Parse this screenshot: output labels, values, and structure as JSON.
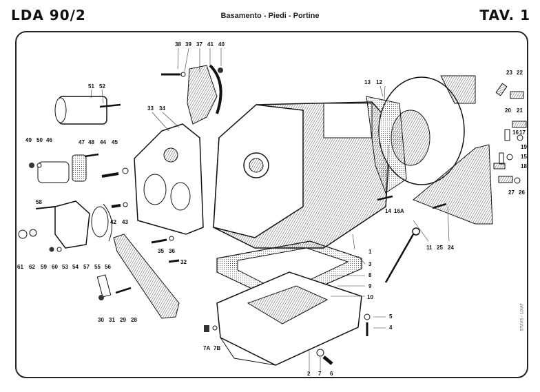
{
  "header": {
    "model": "LDA 90/2",
    "section_title": "Basamento - Piedi - Portine",
    "plate": "TAV. 1"
  },
  "reference_code": "ST/IVS - 1/XAT",
  "colors": {
    "ink": "#111111",
    "paper": "#ffffff",
    "shade": "#8a8a8a"
  },
  "parts": [
    {
      "id": "1",
      "label": "1"
    },
    {
      "id": "2",
      "label": "2"
    },
    {
      "id": "3",
      "label": "3"
    },
    {
      "id": "4",
      "label": "4"
    },
    {
      "id": "5",
      "label": "5"
    },
    {
      "id": "6",
      "label": "6"
    },
    {
      "id": "7",
      "label": "7"
    },
    {
      "id": "7A",
      "label": "7A"
    },
    {
      "id": "7B",
      "label": "7B"
    },
    {
      "id": "8",
      "label": "8"
    },
    {
      "id": "9",
      "label": "9"
    },
    {
      "id": "10",
      "label": "10"
    },
    {
      "id": "11",
      "label": "11"
    },
    {
      "id": "12",
      "label": "12"
    },
    {
      "id": "13",
      "label": "13"
    },
    {
      "id": "14",
      "label": "14"
    },
    {
      "id": "15",
      "label": "15"
    },
    {
      "id": "16",
      "label": "16"
    },
    {
      "id": "16A",
      "label": "16A"
    },
    {
      "id": "17",
      "label": "17"
    },
    {
      "id": "18",
      "label": "18"
    },
    {
      "id": "19",
      "label": "19"
    },
    {
      "id": "20",
      "label": "20"
    },
    {
      "id": "21",
      "label": "21"
    },
    {
      "id": "22",
      "label": "22"
    },
    {
      "id": "23",
      "label": "23"
    },
    {
      "id": "24",
      "label": "24"
    },
    {
      "id": "25",
      "label": "25"
    },
    {
      "id": "26",
      "label": "26"
    },
    {
      "id": "27",
      "label": "27"
    },
    {
      "id": "28",
      "label": "28"
    },
    {
      "id": "29",
      "label": "29"
    },
    {
      "id": "30",
      "label": "30"
    },
    {
      "id": "31",
      "label": "31"
    },
    {
      "id": "32",
      "label": "32"
    },
    {
      "id": "33",
      "label": "33"
    },
    {
      "id": "34",
      "label": "34"
    },
    {
      "id": "35",
      "label": "35"
    },
    {
      "id": "36",
      "label": "36"
    },
    {
      "id": "37",
      "label": "37"
    },
    {
      "id": "38",
      "label": "38"
    },
    {
      "id": "39",
      "label": "39"
    },
    {
      "id": "40",
      "label": "40"
    },
    {
      "id": "41",
      "label": "41"
    },
    {
      "id": "42",
      "label": "42"
    },
    {
      "id": "43",
      "label": "43"
    },
    {
      "id": "44",
      "label": "44"
    },
    {
      "id": "45",
      "label": "45"
    },
    {
      "id": "46",
      "label": "46"
    },
    {
      "id": "47",
      "label": "47"
    },
    {
      "id": "48",
      "label": "48"
    },
    {
      "id": "49",
      "label": "49"
    },
    {
      "id": "50",
      "label": "50"
    },
    {
      "id": "51",
      "label": "51"
    },
    {
      "id": "52",
      "label": "52"
    },
    {
      "id": "53",
      "label": "53"
    },
    {
      "id": "54",
      "label": "54"
    },
    {
      "id": "55",
      "label": "55"
    },
    {
      "id": "56",
      "label": "56"
    },
    {
      "id": "57",
      "label": "57"
    },
    {
      "id": "58",
      "label": "58"
    },
    {
      "id": "59",
      "label": "59"
    },
    {
      "id": "60",
      "label": "60"
    },
    {
      "id": "61",
      "label": "61"
    },
    {
      "id": "62",
      "label": "62"
    }
  ]
}
